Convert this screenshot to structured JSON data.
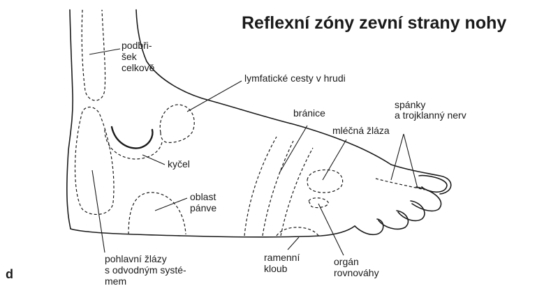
{
  "title": "Reflexní zóny zevní strany nohy",
  "panel_letter": "d",
  "labels": {
    "abdomen": [
      "podbři-",
      "šek",
      "celkově"
    ],
    "lymph": [
      "lymfatické cesty v hrudi"
    ],
    "temples": [
      "spánky",
      "a trojklanný nerv"
    ],
    "diaphragm": [
      "bránice"
    ],
    "mammary": [
      "mléčná žláza"
    ],
    "hip": [
      "kyčel"
    ],
    "pelvis": [
      "oblast",
      "pánve"
    ],
    "sex_glands": [
      "pohlavní žlázy",
      "s odvodným systé-",
      "mem"
    ],
    "shoulder": [
      "ramenní",
      "kloub"
    ],
    "balance": [
      "orgán",
      "rovnováhy"
    ]
  }
}
